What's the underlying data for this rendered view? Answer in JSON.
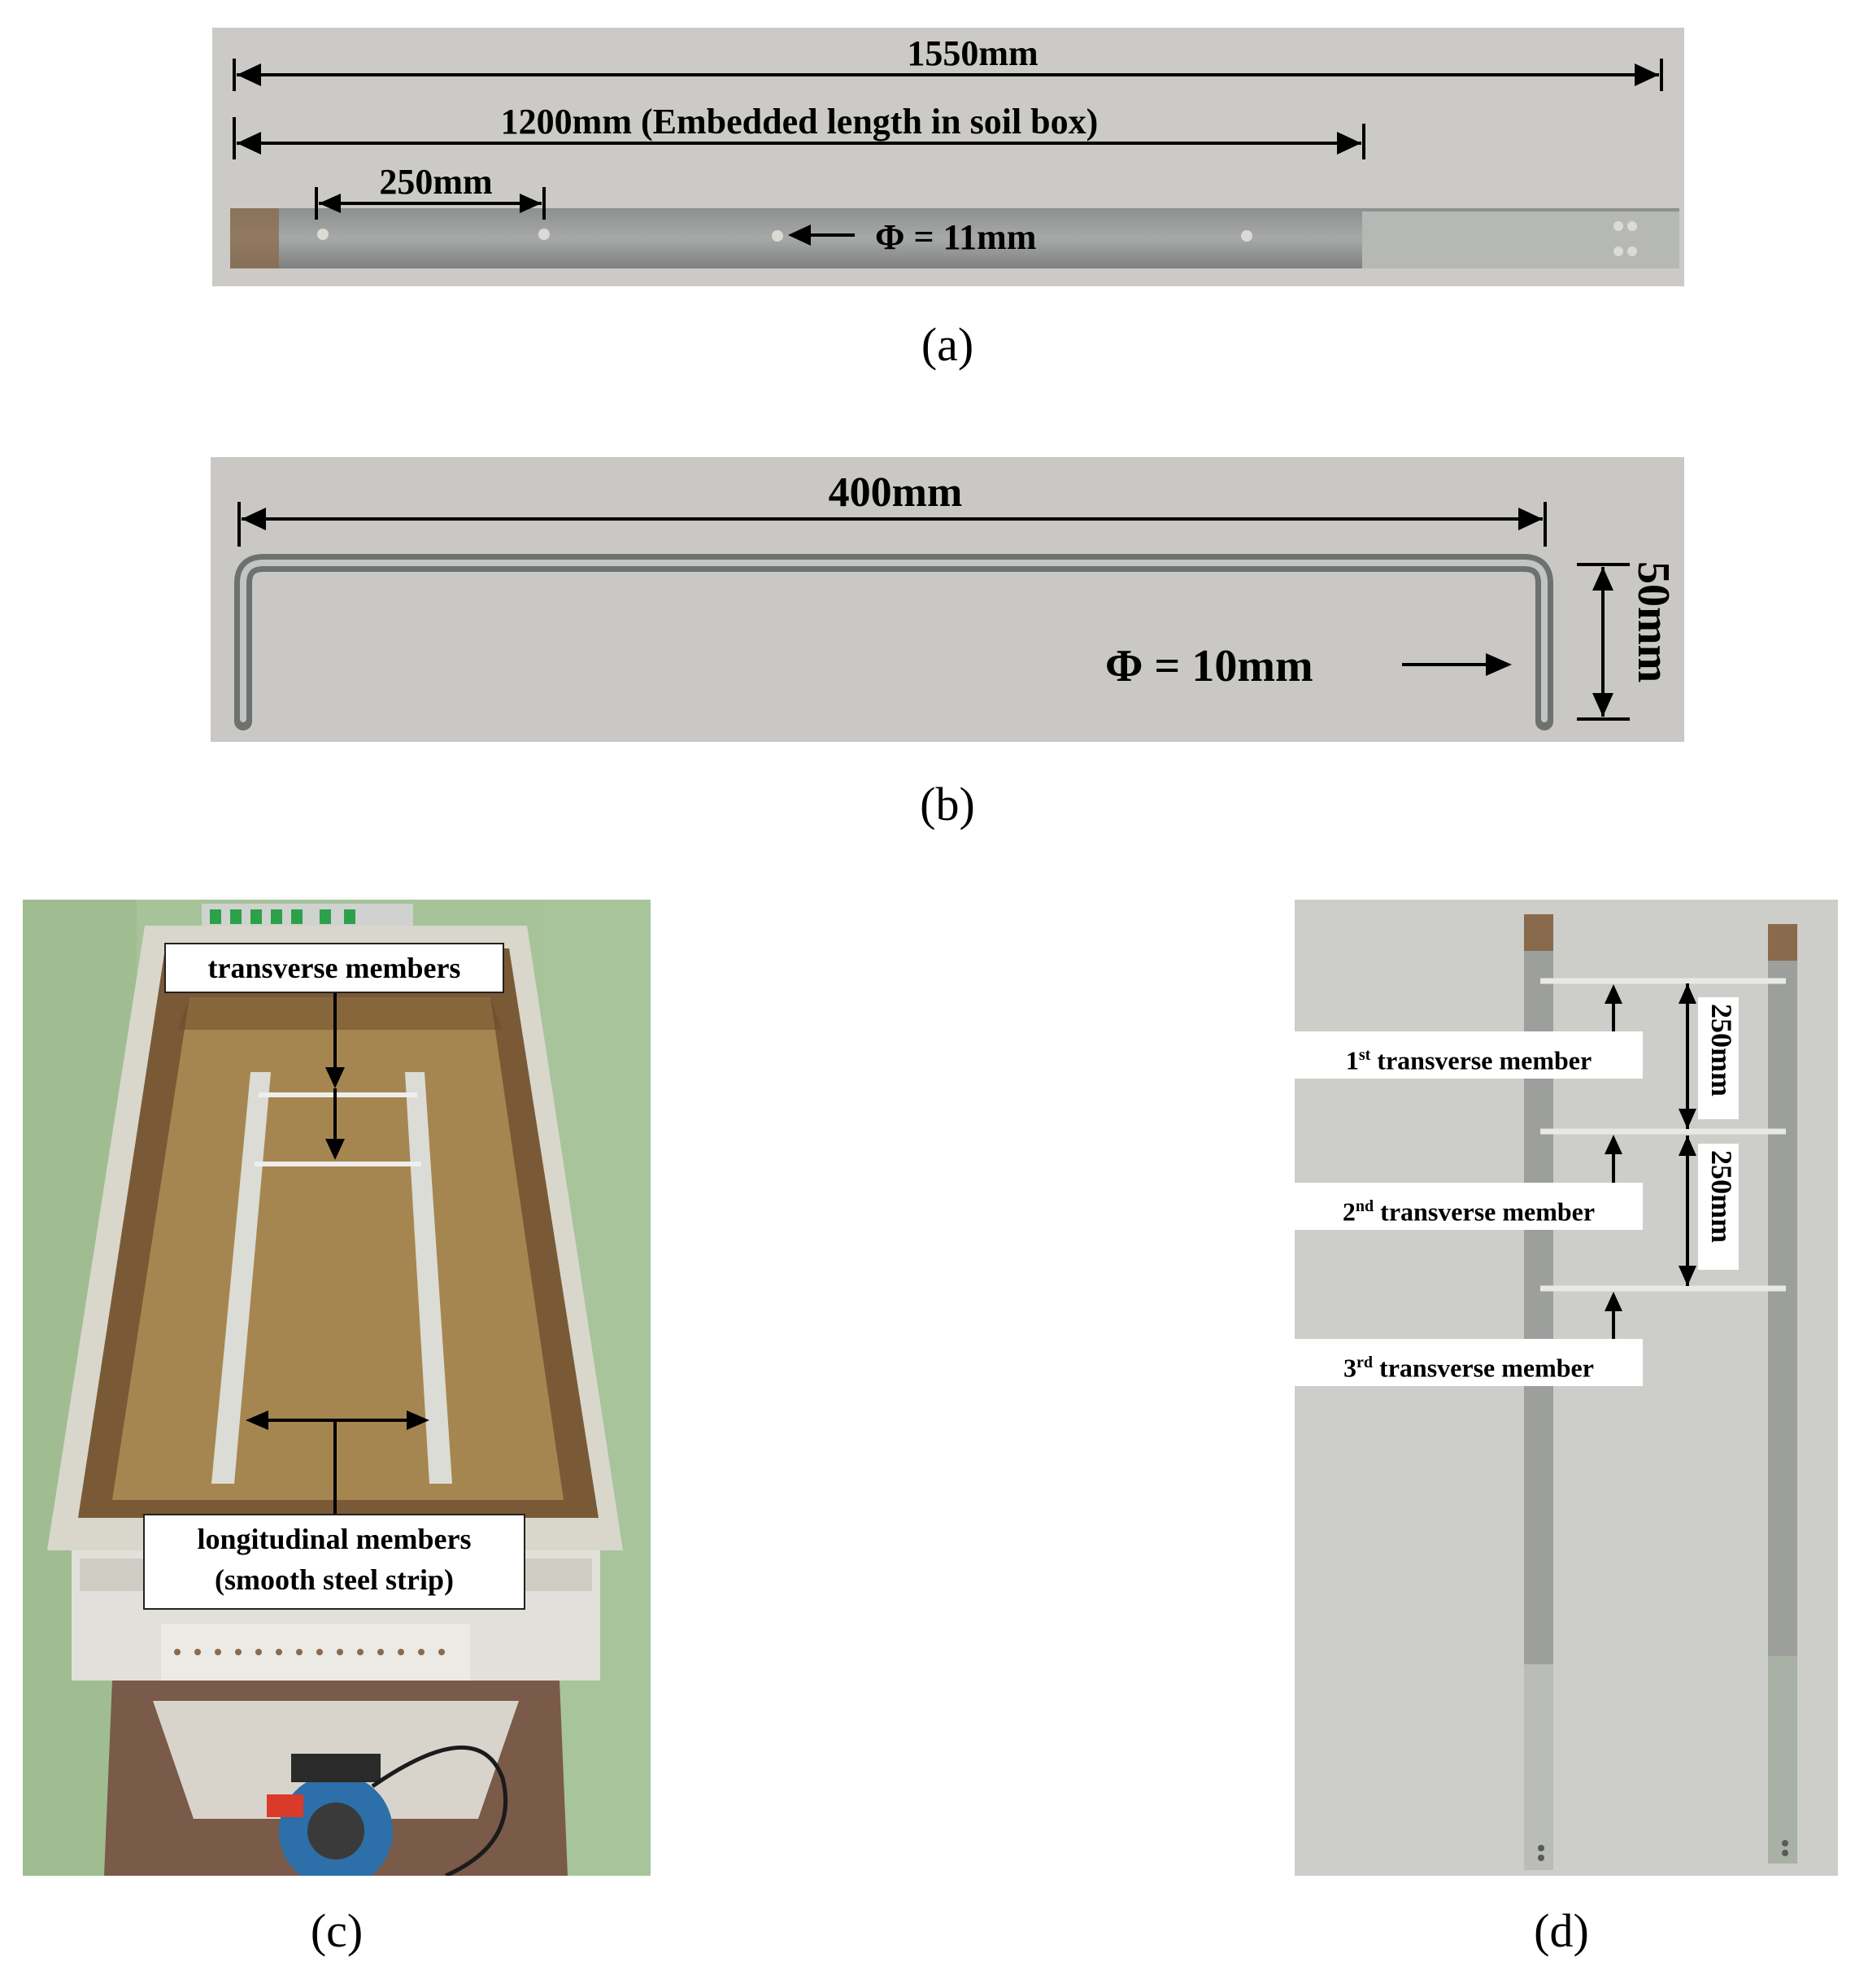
{
  "panels": {
    "a": {
      "caption": "(a)",
      "dim_total": "1550mm",
      "dim_embedded": "1200mm (Embedded length in soil box)",
      "dim_spacing": "250mm",
      "dim_hole": "Φ = 11mm"
    },
    "b": {
      "caption": "(b)",
      "dim_length": "400mm",
      "dim_height": "50mm",
      "dim_diameter": "Φ = 10mm"
    },
    "c": {
      "caption": "(c)",
      "label_transverse": "transverse members",
      "label_longitudinal_line1": "longitudinal members",
      "label_longitudinal_line2": "(smooth steel strip)"
    },
    "d": {
      "caption": "(d)",
      "label_first": "1st transverse member",
      "label_first_num": "1",
      "label_first_sup": "st",
      "label_second_num": "2",
      "label_second_sup": "nd",
      "label_third_num": "3",
      "label_third_sup": "rd",
      "label_suffix": " transverse member",
      "dim_spacing_1": "250mm",
      "dim_spacing_2": "250mm"
    }
  },
  "colors": {
    "background_a_b": "#c9c8c4",
    "steel": "#9a9d9a",
    "soil": "#a78a52",
    "floor": "#9fbf8e",
    "board_d": "#cfcfcc"
  }
}
